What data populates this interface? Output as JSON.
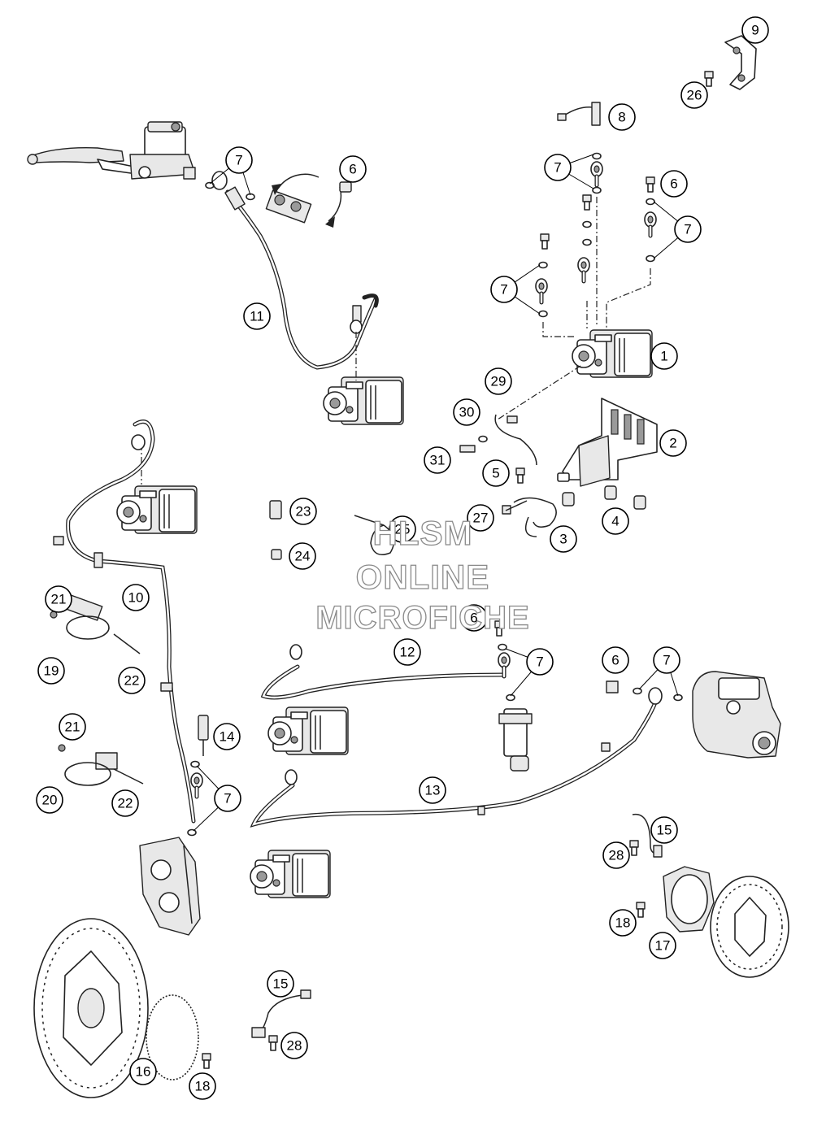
{
  "watermark": {
    "line1": "HLSM",
    "line2": "ONLINE",
    "line3": "MICROFICHE"
  },
  "callouts": {
    "c1": "1",
    "c2": "2",
    "c3": "3",
    "c4": "4",
    "c5": "5",
    "c6a": "6",
    "c6b": "6",
    "c6c": "6",
    "c6d": "6",
    "c7a": "7",
    "c7b": "7",
    "c7c": "7",
    "c7d": "7",
    "c7e": "7",
    "c7f": "7",
    "c7g": "7",
    "c8": "8",
    "c9": "9",
    "c10": "10",
    "c11": "11",
    "c12": "12",
    "c13": "13",
    "c14": "14",
    "c15a": "15",
    "c15b": "15",
    "c16": "16",
    "c17": "17",
    "c18a": "18",
    "c18b": "18",
    "c19": "19",
    "c20": "20",
    "c21a": "21",
    "c21b": "21",
    "c22a": "22",
    "c22b": "22",
    "c23": "23",
    "c24": "24",
    "c25": "25",
    "c26": "26",
    "c27": "27",
    "c28a": "28",
    "c28b": "28",
    "c29": "29",
    "c30": "30",
    "c31": "31"
  },
  "icons": [
    "abs-unit",
    "brake-hose",
    "banjo-bolt",
    "o-ring-seal",
    "brake-caliper",
    "brake-disc",
    "abs-sensor-ring",
    "master-cylinder",
    "mounting-bracket",
    "cable-tie"
  ]
}
